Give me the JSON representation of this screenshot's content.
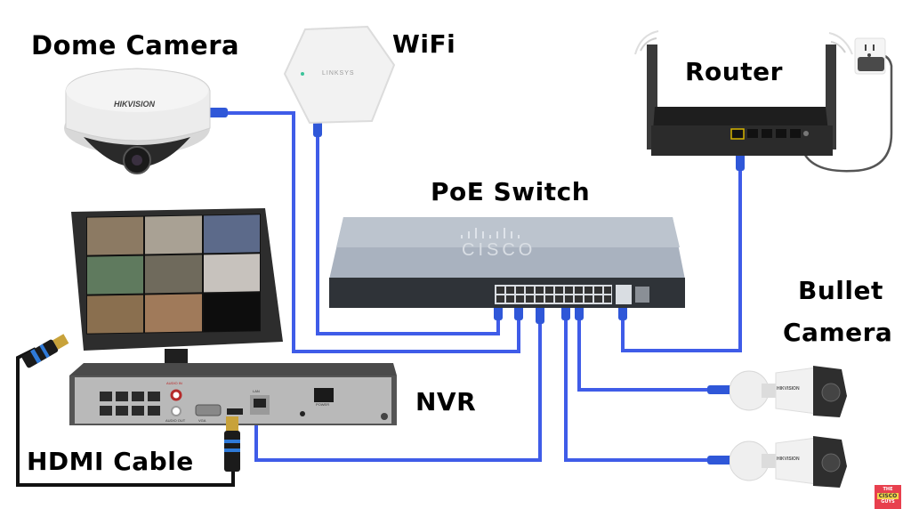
{
  "diagram": {
    "title": "PoE CCTV Network Diagram",
    "colors": {
      "ethernet_cable": "#3f5ce8",
      "hdmi_cable": "#111111",
      "label_text": "#000000",
      "background": "#ffffff"
    },
    "nodes": {
      "dome_camera": {
        "label": "Dome Camera",
        "brand": "HIKVISION"
      },
      "wifi": {
        "label": "WiFi",
        "brand": "LINKSYS"
      },
      "router": {
        "label": "Router"
      },
      "poe_switch": {
        "label": "PoE Switch",
        "brand": "CISCO"
      },
      "nvr": {
        "label": "NVR",
        "ports": {
          "audio_in": "AUDIO IN",
          "audio_out": "AUDIO OUT",
          "vga": "VGA",
          "hdmi": "HDMI",
          "lan": "LAN",
          "power": "POWER"
        }
      },
      "monitor": {
        "label": ""
      },
      "hdmi_cable": {
        "label": "HDMI Cable"
      },
      "bullet_camera": {
        "label_line1": "Bullet",
        "label_line2": "Camera",
        "brand": "HIKVISION"
      }
    },
    "connections": [
      {
        "from": "dome_camera",
        "to": "poe_switch",
        "type": "ethernet"
      },
      {
        "from": "wifi",
        "to": "poe_switch",
        "type": "ethernet"
      },
      {
        "from": "router",
        "to": "poe_switch",
        "type": "ethernet"
      },
      {
        "from": "nvr",
        "to": "poe_switch",
        "type": "ethernet"
      },
      {
        "from": "bullet_camera_1",
        "to": "poe_switch",
        "type": "ethernet"
      },
      {
        "from": "bullet_camera_2",
        "to": "poe_switch",
        "type": "ethernet"
      },
      {
        "from": "nvr",
        "to": "monitor",
        "type": "hdmi"
      }
    ],
    "watermark": {
      "line1": "THE",
      "line2": "CISCO",
      "line3": "GUYS"
    }
  }
}
